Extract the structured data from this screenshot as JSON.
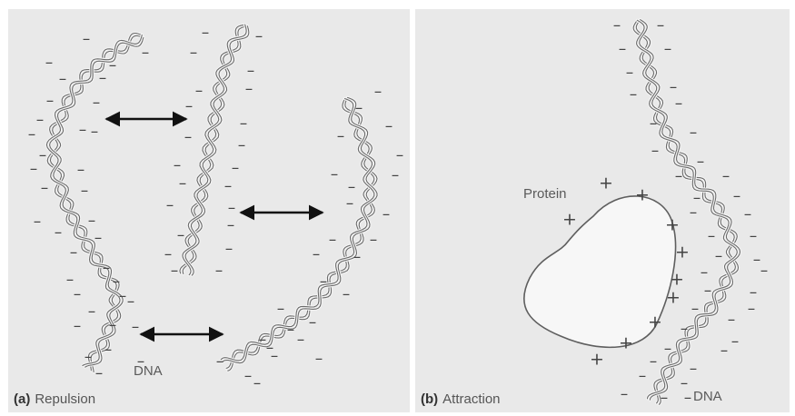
{
  "panel_a": {
    "tag": "(a)",
    "caption": "Repulsion",
    "dna_label": "DNA"
  },
  "panel_b": {
    "tag": "(b)",
    "caption": "Attraction",
    "protein_label": "Protein",
    "dna_label": "DNA"
  },
  "colors": {
    "panel_background": "#e9e9e9",
    "strand": "#6b6b6b",
    "charge_text": "#444444",
    "protein_fill": "#f7f7f7",
    "arrow": "#111111"
  }
}
